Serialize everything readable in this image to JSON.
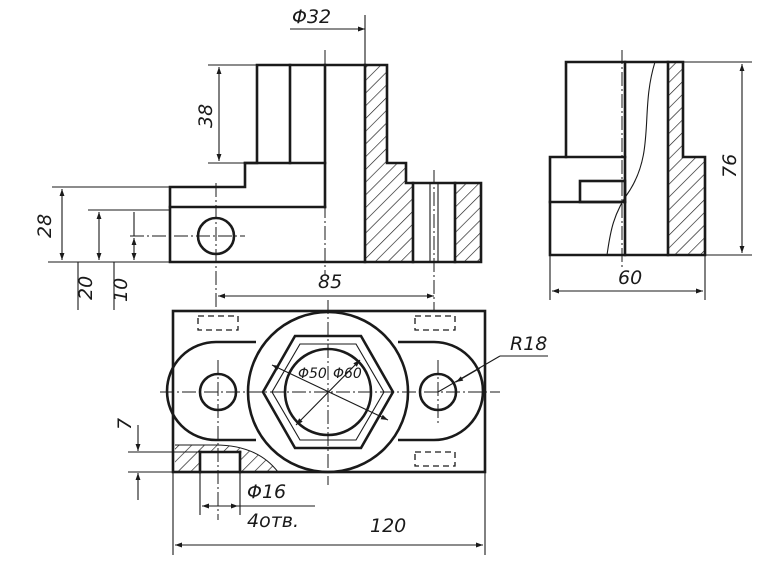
{
  "dimensions": {
    "d32": "Φ32",
    "h38": "38",
    "h28": "28",
    "h20": "20",
    "h10": "10",
    "w85": "85",
    "w60": "60",
    "h76": "76",
    "r18": "R18",
    "d50": "Φ50",
    "d60": "Φ60",
    "h7": "7",
    "d16": "Φ16",
    "holes": "4отв.",
    "w120": "120"
  }
}
